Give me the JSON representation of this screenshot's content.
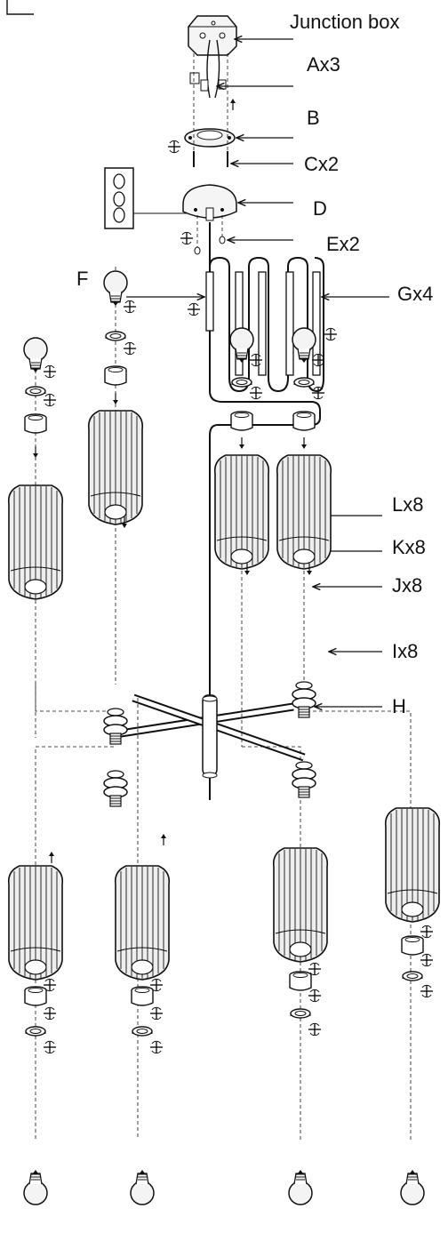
{
  "labels": {
    "junction_box": "Junction box",
    "a": "Ax3",
    "b": "B",
    "c": "Cx2",
    "d": "D",
    "e": "Ex2",
    "f": "F",
    "g": "Gx4",
    "l": "Lx8",
    "k": "Kx8",
    "j": "Jx8",
    "i": "Ix8",
    "h": "H"
  },
  "colors": {
    "line": "#111111",
    "shade_fill": "#e6e6e6",
    "bulb_fill": "#f2f2f2",
    "background": "#ffffff"
  }
}
